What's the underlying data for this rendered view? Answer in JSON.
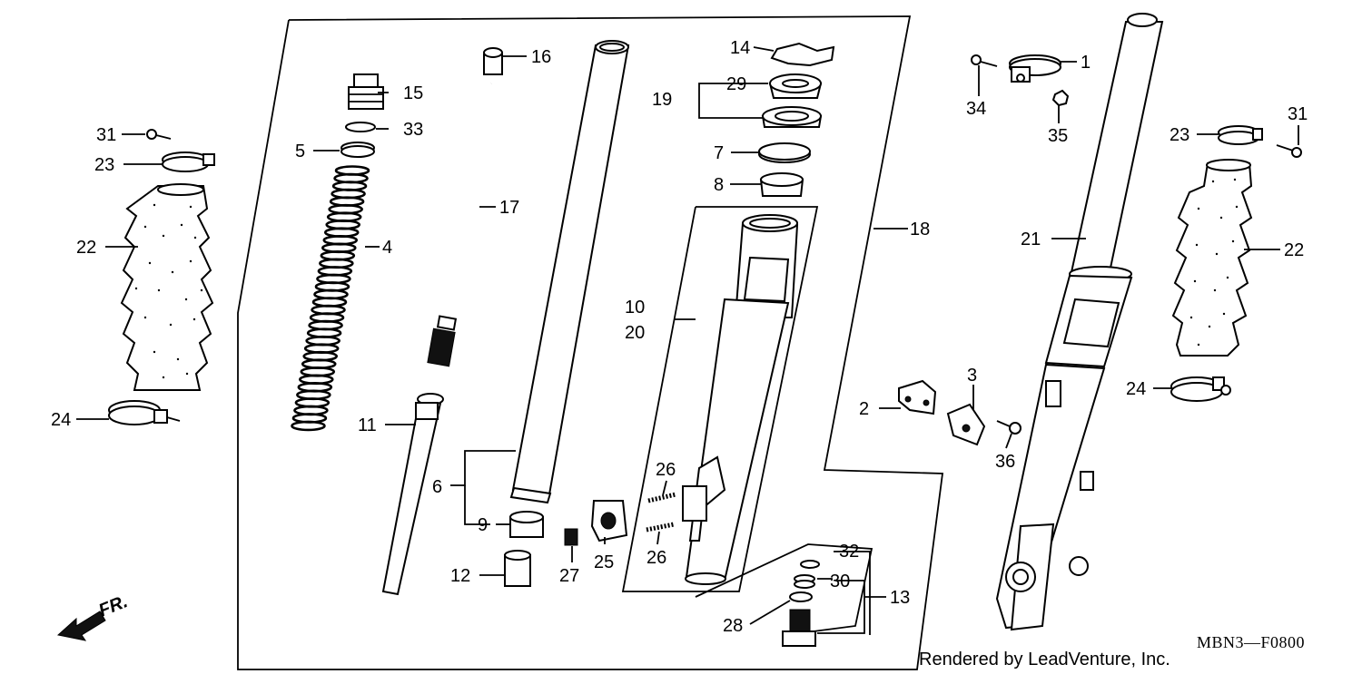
{
  "diagram": {
    "code": "MBN3—F0800",
    "credit": "Rendered by LeadVenture, Inc.",
    "direction": "FR.",
    "labels": {
      "p1": "1",
      "p2": "2",
      "p3": "3",
      "p4": "4",
      "p5": "5",
      "p6": "6",
      "p7": "7",
      "p8": "8",
      "p9": "9",
      "p10": "10",
      "p11": "11",
      "p12": "12",
      "p13": "13",
      "p14": "14",
      "p15": "15",
      "p16": "16",
      "p17": "17",
      "p18": "18",
      "p19": "19",
      "p20": "20",
      "p21": "21",
      "p22a": "22",
      "p22b": "22",
      "p23a": "23",
      "p23b": "23",
      "p24a": "24",
      "p24b": "24",
      "p25": "25",
      "p26a": "26",
      "p26b": "26",
      "p27": "27",
      "p28": "28",
      "p29": "29",
      "p30": "30",
      "p31a": "31",
      "p31b": "31",
      "p32": "32",
      "p33": "33",
      "p34": "34",
      "p35": "35",
      "p36": "36"
    }
  }
}
